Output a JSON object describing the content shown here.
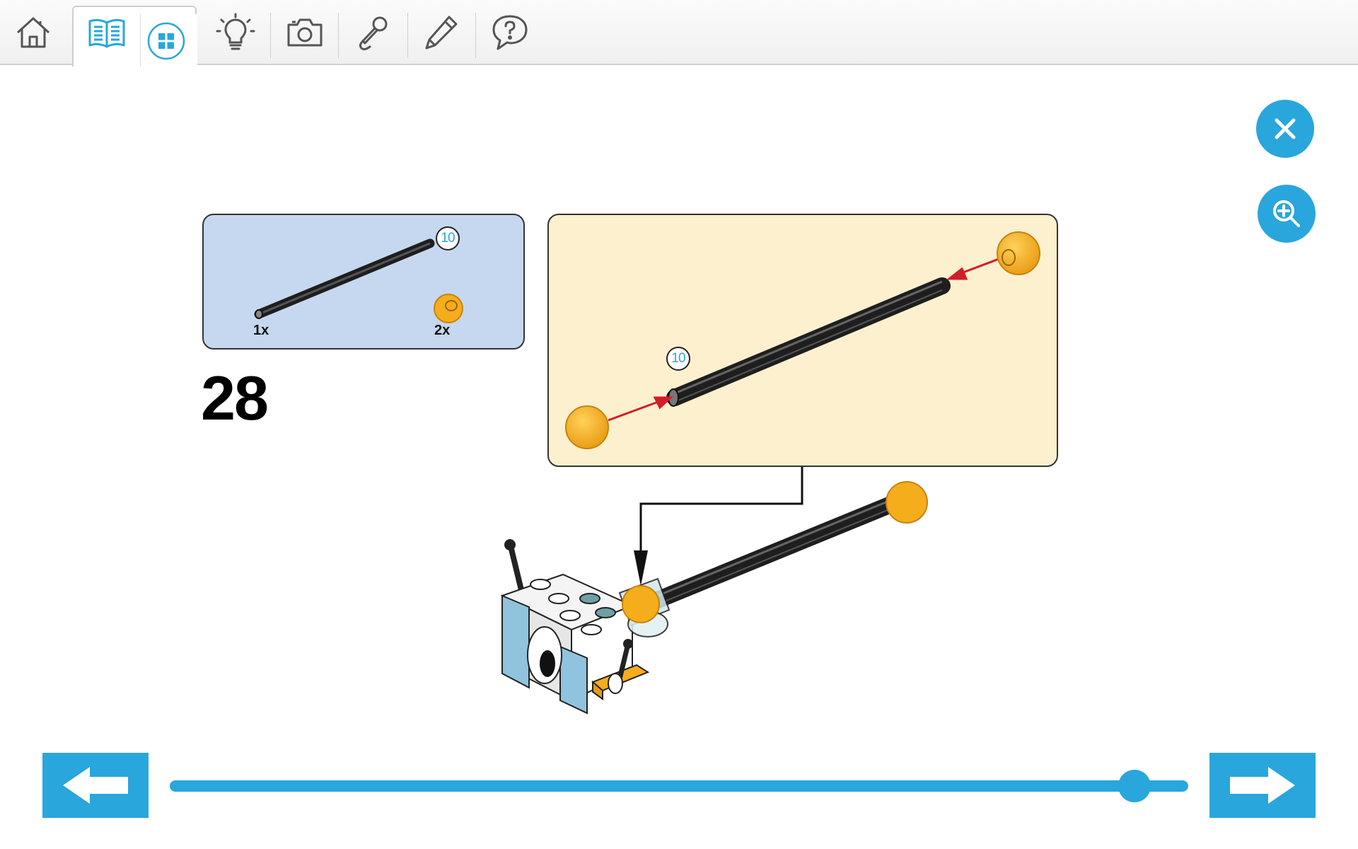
{
  "toolbar": {
    "items": [
      {
        "name": "home",
        "icon": "home-icon"
      },
      {
        "name": "instructions",
        "icon": "book-icon",
        "active": true
      },
      {
        "name": "overview",
        "icon": "grid-icon"
      },
      {
        "name": "ideas",
        "icon": "lightbulb-icon"
      },
      {
        "name": "camera",
        "icon": "camera-icon"
      },
      {
        "name": "record",
        "icon": "microphone-icon"
      },
      {
        "name": "notes",
        "icon": "pencil-icon"
      },
      {
        "name": "help",
        "icon": "speech-bubble-question-icon"
      }
    ]
  },
  "actions": {
    "close_icon": "close-icon",
    "zoom_icon": "zoom-in-icon"
  },
  "step": {
    "number": "28",
    "parts": [
      {
        "name": "axle",
        "quantity": "1x",
        "callout": "10"
      },
      {
        "name": "ball-joint",
        "quantity": "2x"
      }
    ],
    "assembly_callout": "10"
  },
  "navigation": {
    "prev_icon": "arrow-left-icon",
    "next_icon": "arrow-right-icon",
    "progress": 0.955
  },
  "colors": {
    "accent": "#29a6dc",
    "parts_box": "#c6d8ef",
    "assembly_box": "#fcf0cf",
    "ball": "#f6ad1c",
    "axle": "#333333",
    "arrow": "#d31d2a"
  }
}
